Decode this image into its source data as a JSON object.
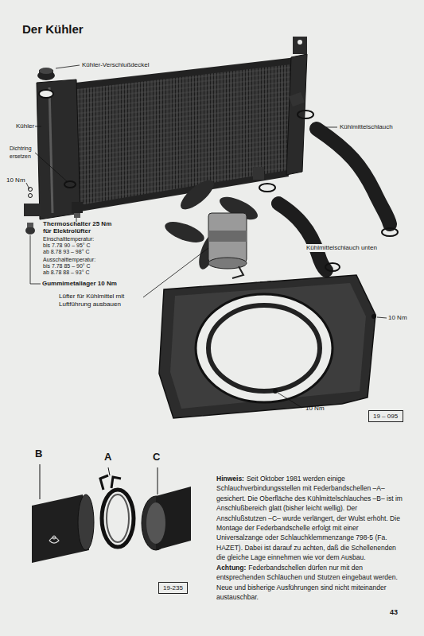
{
  "diagram": {
    "title": "Der Kühler",
    "nodes": [
      {
        "text": [
          "19 – 095"
        ]
      },
      {
        "text": [
          "19-235"
        ]
      }
    ],
    "labels": [
      "Kühler-Verschlußdeckel",
      "Kühler",
      "Dichtring ersetzen",
      "10 Nm",
      "Thermoschalter 25 Nm",
      "für Elektrolüfter",
      "Einschalttemperatur:",
      "bis 7.78 90 – 95° C",
      "ab 8.78 93 – 98° C",
      "Ausschalttemperatur:",
      "bis 7.78 85 – 90° C",
      "ab 8.78 88 – 93° C",
      "Gummimetallager 10 Nm",
      "Kühlmittelschlauch",
      "Kühlmittelschlauch unten",
      "Lüfter für Kühlmittel mit Luftführung ausbauen",
      "10 Nm",
      "10 Nm",
      "B",
      "A",
      "C",
      "Hinweis:",
      "Seit Oktober 1981 werden einige Schlauchverbindungsstellen mit Federbandschellen –A– gesichert. Die Oberfläche des Kühlmittelschlauches –B– ist im Anschlußbereich glatt (bisher leicht wellig). Der Anschlußstutzen –C– wurde verlängert, der Wulst erhöht. Die Montage der Federbandschelle erfolgt mit einer Universalzange oder Schlauchklemmenzange 798-5 (Fa. HAZET). Dabei ist darauf zu achten, daß die Schellenenden die gleiche Lage einnehmen wie vor dem Ausbau.",
      "Achtung:",
      "Federbandschellen dürfen nur mit den entsprechenden Schläuchen und Stutzen eingebaut werden. Neue und bisherige Ausführungen sind nicht miteinander austauschbar.",
      "43"
    ]
  }
}
